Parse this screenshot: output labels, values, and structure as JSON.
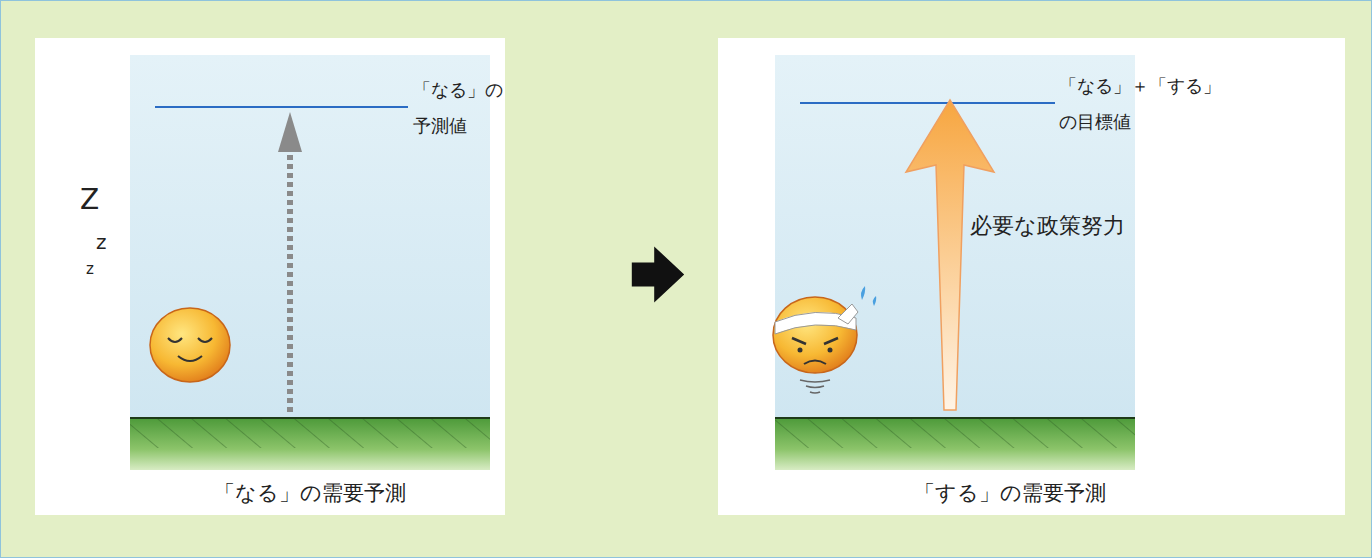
{
  "diagram": {
    "nodes": [
      {
        "text": [
          "「なる」の 予測値",
          "「なる」の需要予測"
        ]
      },
      {
        "text": [
          "「なる」＋「する」 の目標値",
          "必要な政策努力",
          "「する」の需要予測"
        ]
      }
    ],
    "edges": [
      {
        "from": 0,
        "to": 1,
        "arrow": "to"
      }
    ],
    "labels": [
      "Z",
      "z",
      "z"
    ]
  }
}
